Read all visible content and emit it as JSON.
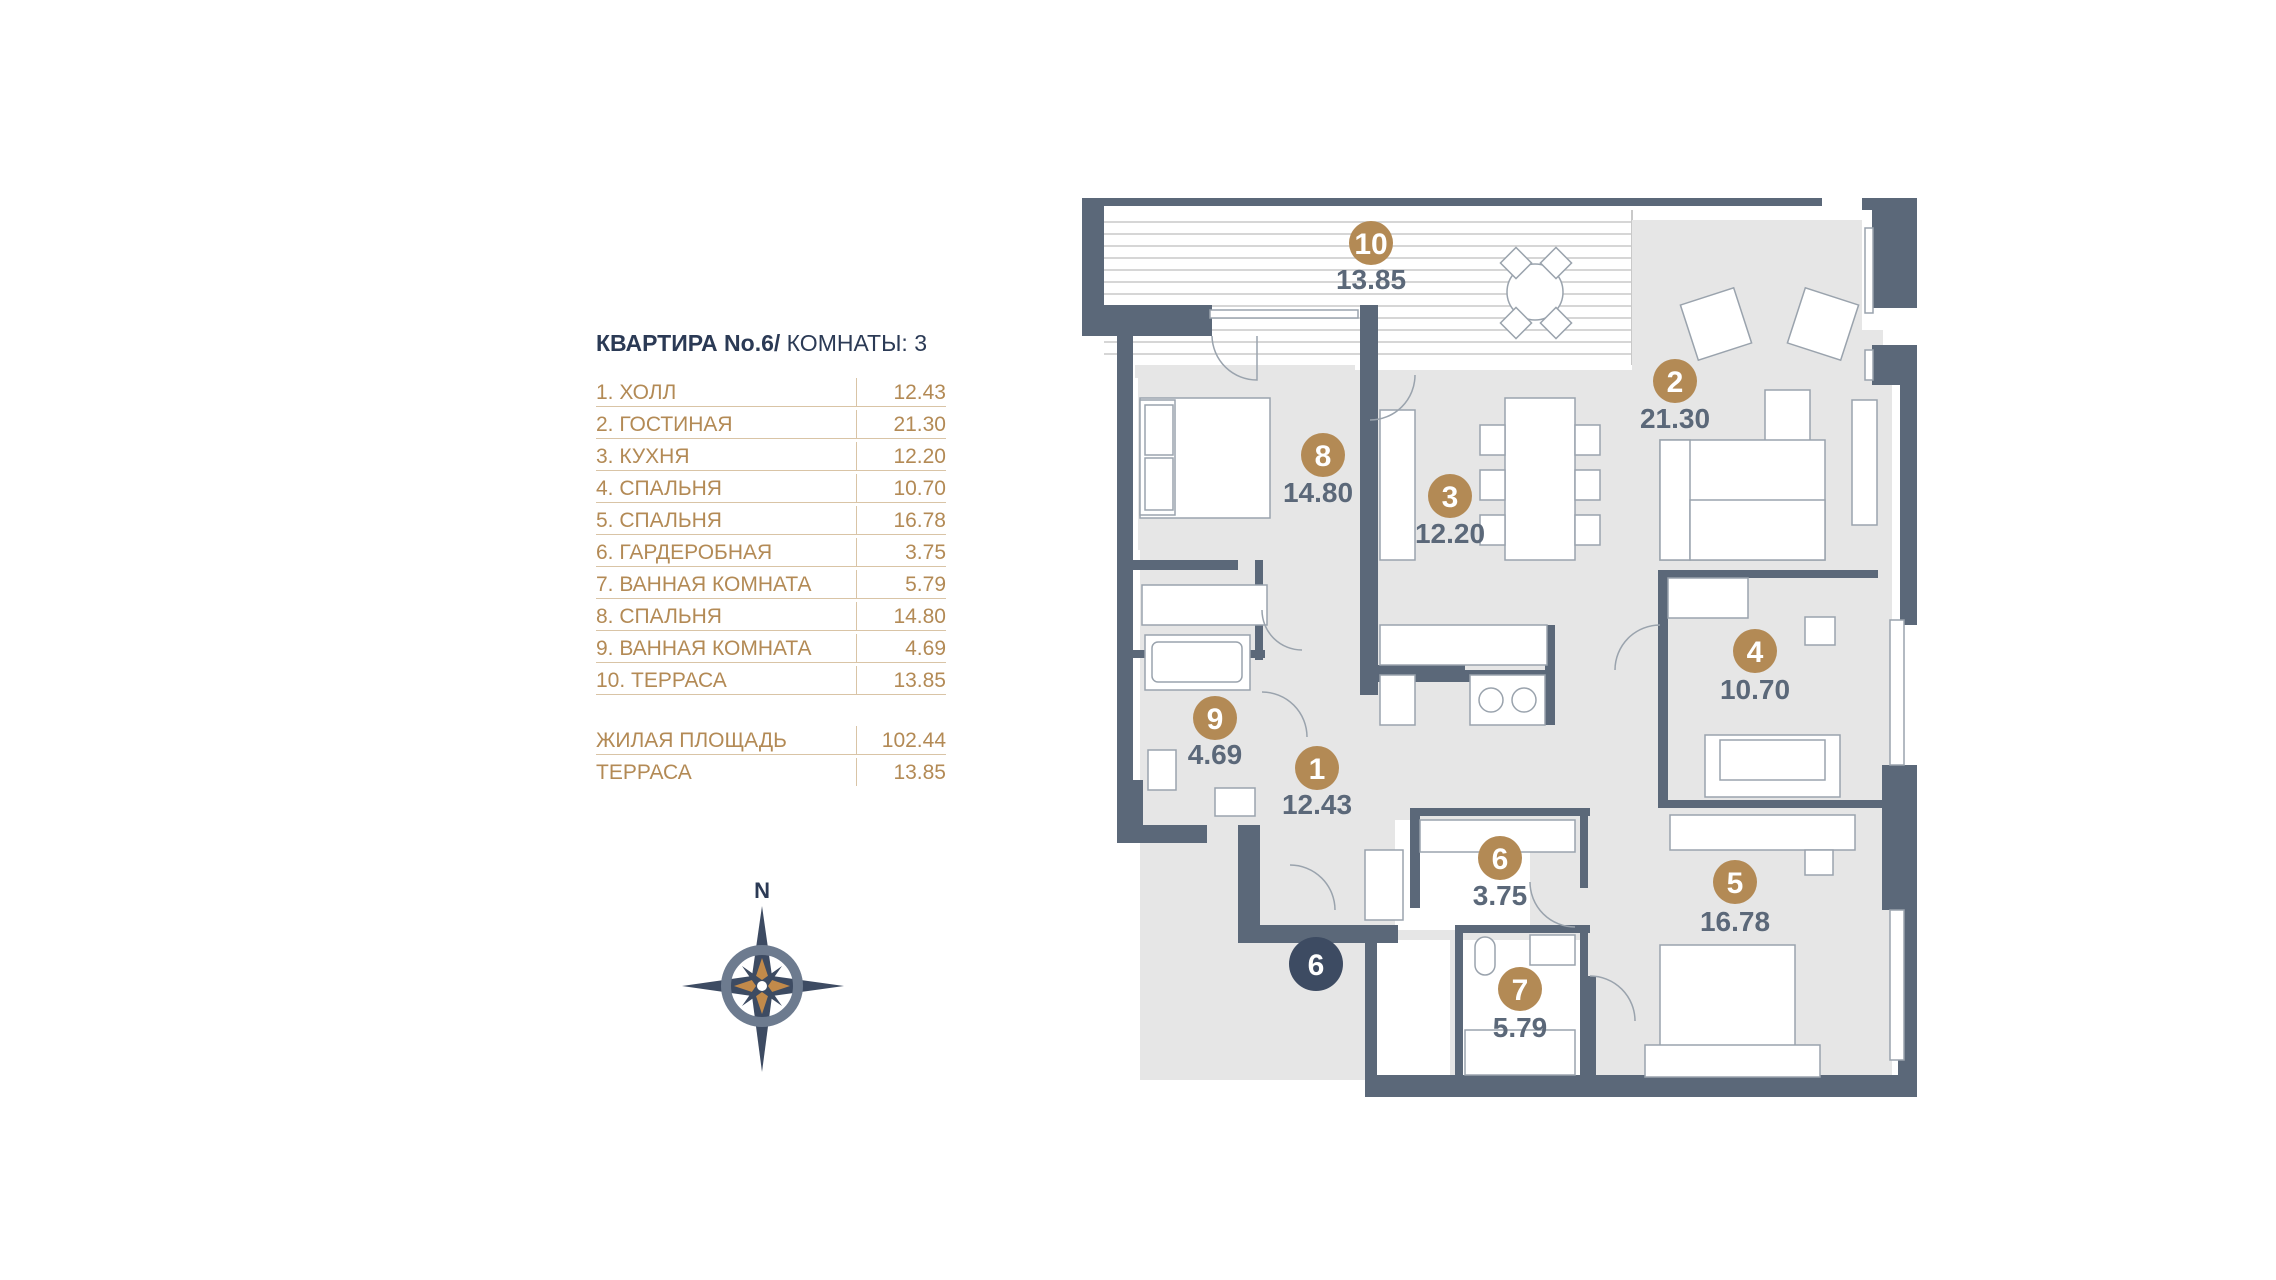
{
  "header": {
    "apartment": "КВАРТИРА No.6/",
    "rooms_label": "КОМНАТЫ: 3"
  },
  "rooms": [
    {
      "name": "1.  ХОЛЛ",
      "area": "12.43"
    },
    {
      "name": "2.  ГОСТИНАЯ",
      "area": "21.30"
    },
    {
      "name": "3.  КУХНЯ",
      "area": "12.20"
    },
    {
      "name": "4.  СПАЛЬНЯ",
      "area": "10.70"
    },
    {
      "name": "5.  СПАЛЬНЯ",
      "area": "16.78"
    },
    {
      "name": "6.  ГАРДЕРОБНАЯ",
      "area": "3.75"
    },
    {
      "name": "7.  ВАННАЯ КОМНАТА",
      "area": "5.79"
    },
    {
      "name": "8.  СПАЛЬНЯ",
      "area": "14.80"
    },
    {
      "name": "9.  ВАННАЯ КОМНАТА",
      "area": "4.69"
    },
    {
      "name": "10. ТЕРРАСА",
      "area": "13.85"
    }
  ],
  "totals": {
    "living_label": "ЖИЛАЯ ПЛОЩАДЬ",
    "living_area": "102.44",
    "terrace_label": "ТЕРРАСА",
    "terrace_area": "13.85"
  },
  "plan": {
    "labels": [
      {
        "num": "1",
        "area": "12.43"
      },
      {
        "num": "2",
        "area": "21.30"
      },
      {
        "num": "3",
        "area": "12.20"
      },
      {
        "num": "4",
        "area": "10.70"
      },
      {
        "num": "5",
        "area": "16.78"
      },
      {
        "num": "6",
        "area": "3.75"
      },
      {
        "num": "7",
        "area": "5.79"
      },
      {
        "num": "8",
        "area": "14.80"
      },
      {
        "num": "9",
        "area": "4.69"
      },
      {
        "num": "10",
        "area": "13.85"
      }
    ],
    "apartment_badge": "6"
  },
  "compass": {
    "north": "N",
    "icon": "compass-rose-icon"
  },
  "colors": {
    "wall": "#5b6879",
    "floor": "#e6e6e6",
    "badge": "#b38a55",
    "badge_dark": "#3d4b62",
    "text_gold": "#b38a55",
    "text_navy": "#2b3a55"
  }
}
